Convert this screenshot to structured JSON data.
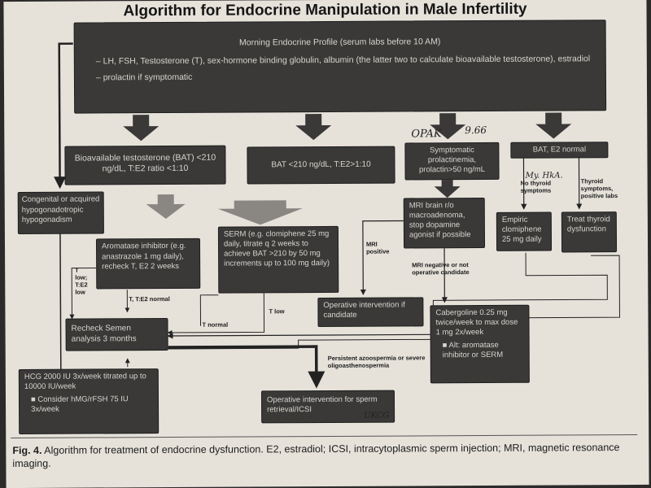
{
  "title": "Algorithm for Endocrine Manipulation in Male Infertility",
  "profile": {
    "heading": "Morning Endocrine Profile (serum labs before 10 AM)",
    "item1": "– LH, FSH, Testosterone (T), sex-hormone binding globulin, albumin (the latter two to calculate bioavailable testosterone), estradiol",
    "item2": "– prolactin if symptomatic"
  },
  "boxes": {
    "bat_low_ratio": "Bioavailable testosterone (BAT) <210 ng/dL, T:E2 ratio <1:10",
    "bat_low": "BAT <210 ng/dL, T:E2>1:10",
    "prolactinemia": "Symptomatic prolactinemia, prolactin>50 ng/mL",
    "bat_normal": "BAT, E2 normal",
    "congenital": "Congenital or acquired hypogonadotropic hypogonadism",
    "aromatase": "Aromatase inhibitor (e.g. anastrazole 1 mg daily), recheck T, E2 2 weeks",
    "serm": "SERM (e.g. clomiphene 25 mg daily, titrate q 2 weeks to achieve BAT >210 by 50 mg increments up to 100 mg daily)",
    "mri": "MRI brain r/o macroadenoma, stop dopamine agonist if possible",
    "empiric": "Empiric clomiphene 25 mg daily",
    "treat_thyroid": "Treat thyroid dysfunction",
    "recheck": "Recheck Semen analysis 3 months",
    "operative_candidate": "Operative intervention if candidate",
    "cabergoline": "Cabergoline 0.25 mg twice/week to max dose 1 mg 2x/week",
    "cabergoline_alt": "Alt: aromatase inhibitor or SERM",
    "hcg": "HCG 2000 IU 3x/week titrated up to 10000 IU/week",
    "hcg_consider": "Consider hMG/rFSH 75 IU 3x/week",
    "operative_sperm": "Operative intervention for sperm retrieval/ICSI"
  },
  "labels": {
    "no_thyroid": "No thyroid symptoms",
    "thyroid_sym": "Thyroid symptoms, positive labs",
    "mri_positive": "MRI positive",
    "mri_negative": "MRI negative or not operative candidate",
    "t_low_left_1": "T",
    "t_low_left_2": "low;",
    "t_low_left_3": "T:E2",
    "t_low_left_4": "low",
    "t_e2_normal": "T, T:E2 normal",
    "t_low": "T low",
    "t_normal": "T normal",
    "persistent": "Persistent azoospermia or severe oligoasthenospermia"
  },
  "handwriting": {
    "opak": "OPAK",
    "num": "9.66",
    "note": "My. HkA.",
    "sig": "UKCG"
  },
  "caption": {
    "fig": "Fig. 4.",
    "text": " Algorithm for treatment of endocrine dysfunction. E2, estradiol; ICSI, intracytoplasmic sperm injection; MRI, magnetic resonance imaging."
  },
  "colors": {
    "paper": "#e6e2da",
    "box": "#3a3938",
    "box_text": "#d8d5ce",
    "arrow_dark": "#3a3938",
    "arrow_light": "#8a8783"
  }
}
